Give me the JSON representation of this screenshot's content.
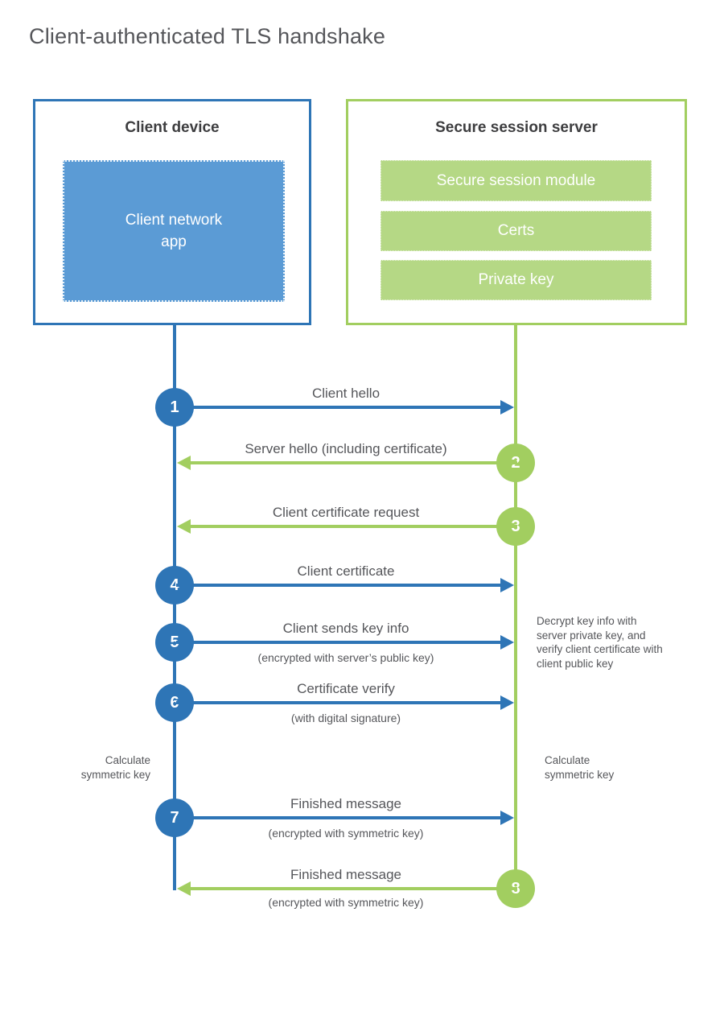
{
  "title": "Client-authenticated TLS handshake",
  "colors": {
    "blue": "#2e75b6",
    "blue-fill": "#5b9bd5",
    "green": "#a2ce60",
    "green-fill": "#b5d885",
    "text": "#55565a",
    "heading": "#3d3d3f"
  },
  "client": {
    "title": "Client device",
    "app": "Client network app"
  },
  "server": {
    "title": "Secure session server",
    "modules": [
      {
        "label": "Secure session module"
      },
      {
        "label": "Certs"
      },
      {
        "label": "Private key"
      }
    ]
  },
  "messages": [
    {
      "num": "1",
      "label": "Client hello"
    },
    {
      "num": "2",
      "label": "Server hello (including certificate)"
    },
    {
      "num": "3",
      "label": "Client certificate request"
    },
    {
      "num": "4",
      "label": "Client certificate"
    },
    {
      "num": "5",
      "label": "Client sends key info",
      "sub": "(encrypted with server’s public key)"
    },
    {
      "num": "6",
      "label": "Certificate verify",
      "sub": "(with digital signature)"
    },
    {
      "num": "7",
      "label": "Finished message",
      "sub": "(encrypted with symmetric key)"
    },
    {
      "num": "8",
      "label": "Finished message",
      "sub": "(encrypted with symmetric key)"
    }
  ],
  "notes": {
    "decrypt": "Decrypt key info with server private key, and verify client certificate with client public key",
    "calc_client": "Calculate symmetric key",
    "calc_server": "Calculate symmetric key"
  }
}
